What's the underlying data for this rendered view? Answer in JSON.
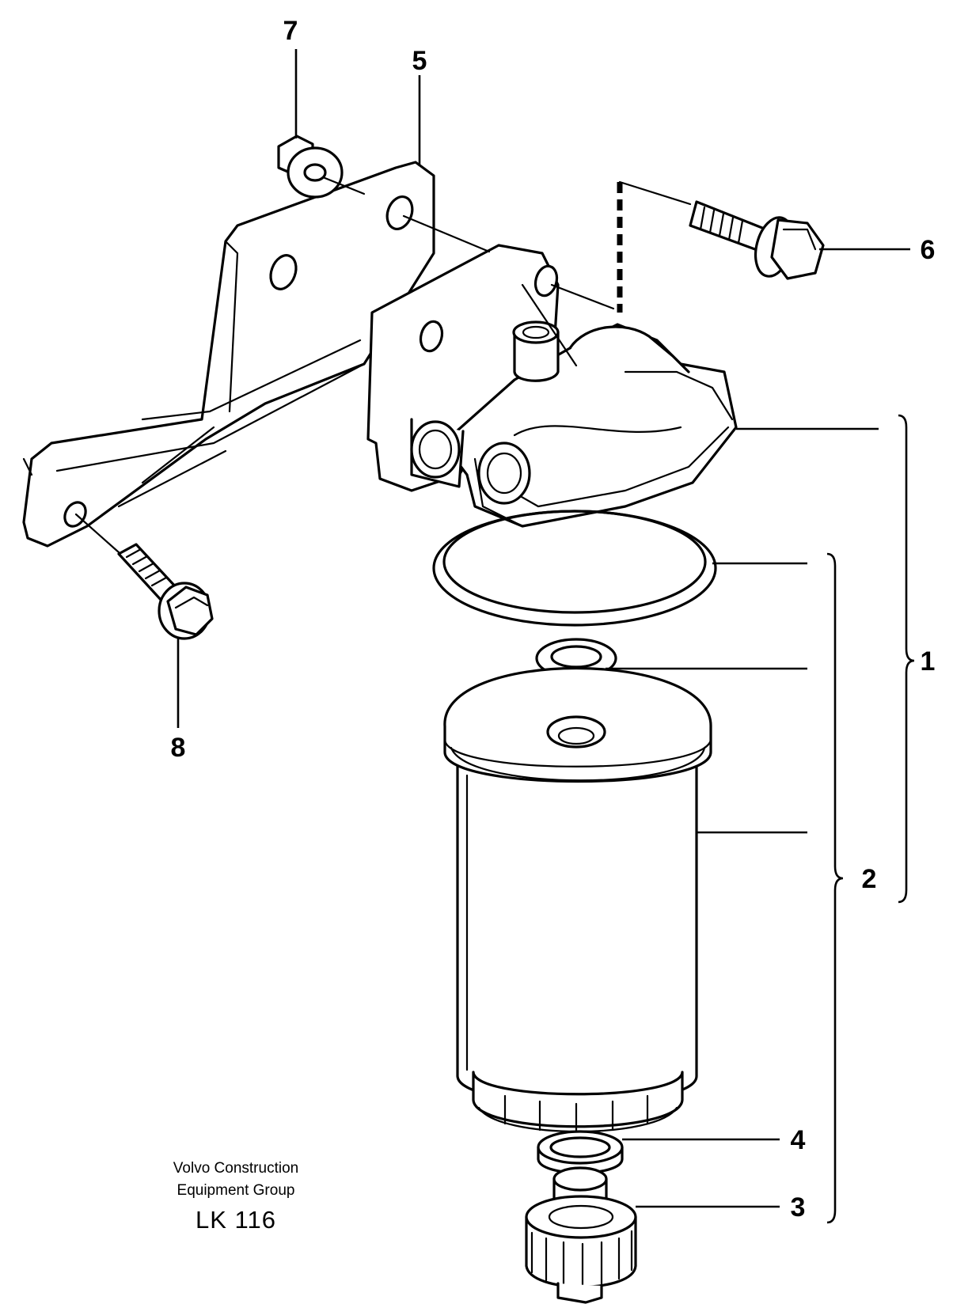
{
  "callouts": {
    "c1": "1",
    "c2": "2",
    "c3": "3",
    "c4": "4",
    "c5": "5",
    "c6": "6",
    "c7": "7",
    "c8": "8"
  },
  "caption": {
    "line1": "Volvo Construction",
    "line2": "Equipment Group",
    "code": "LK 116"
  }
}
